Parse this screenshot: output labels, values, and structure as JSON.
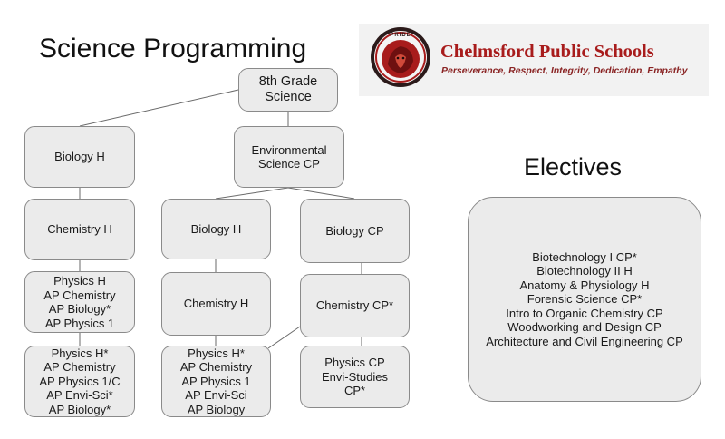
{
  "title": "Science Programming",
  "electives_title": "Electives",
  "logo": {
    "name": "Chelmsford Public Schools",
    "motto": "Perseverance, Respect, Integrity, Dedication, Empathy",
    "seal_text": "PRIDE",
    "colors": {
      "red": "#a81c1c",
      "dark": "#2b1a1a"
    }
  },
  "nodes": {
    "root": [
      "8th Grade",
      "Science"
    ],
    "bio_h": [
      "Biology H"
    ],
    "env_sci": [
      "Environmental",
      "Science CP"
    ],
    "chem_h_left": [
      "Chemistry H"
    ],
    "left_tier3": [
      "Physics H",
      "AP Chemistry",
      "AP Biology*",
      "AP Physics 1"
    ],
    "left_tier4": [
      "Physics H*",
      "AP Chemistry",
      "AP Physics 1/C",
      "AP Envi-Sci*",
      "AP Biology*"
    ],
    "mid_bio_h": [
      "Biology H"
    ],
    "mid_chem_h": [
      "Chemistry H"
    ],
    "mid_tier4": [
      "Physics H*",
      "AP Chemistry",
      "AP Physics 1",
      "AP Envi-Sci",
      "AP Biology"
    ],
    "bio_cp": [
      "Biology CP"
    ],
    "chem_cp": [
      "Chemistry CP*"
    ],
    "phys_cp": [
      "Physics CP",
      "Envi-Studies",
      "CP*"
    ]
  },
  "electives": [
    "Biotechnology I CP*",
    "Biotechnology II H",
    "Anatomy & Physiology H",
    "Forensic Science CP*",
    "Intro to Organic Chemistry CP",
    "Woodworking and Design CP",
    "Architecture and Civil Engineering CP"
  ]
}
